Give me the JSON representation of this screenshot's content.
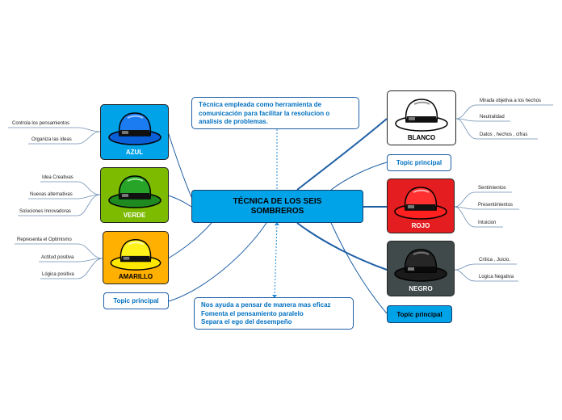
{
  "central": {
    "title": "TÉCNICA DE LOS SEIS SOMBREROS"
  },
  "notes": {
    "top": [
      "Técnica empleada como herramienta de",
      "comunicación para facilitar la resolucion o",
      "analisis de problemas."
    ],
    "bottom": [
      "Nos ayuda a pensar de manera mas eficaz",
      "Fomenta el pensamiento paralelo",
      "Separa el ego del desempeño"
    ]
  },
  "hats": {
    "azul": {
      "label": "AZUL",
      "color": "#00a2e8",
      "hat_color": "#0b5fd6"
    },
    "verde": {
      "label": "VERDE",
      "color": "#7cbb00",
      "hat_color": "#1f8a1f"
    },
    "amarillo": {
      "label": "AMARILLO",
      "color": "#ffb000",
      "hat_color": "#ffe800"
    },
    "blanco": {
      "label": "BLANCO",
      "color": "#ffffff",
      "hat_color": "#ffffff"
    },
    "rojo": {
      "label": "ROJO",
      "color": "#e41e20",
      "hat_color": "#ff2020"
    },
    "negro": {
      "label": "NEGRO",
      "color": "#404a4a",
      "hat_color": "#1a1a1a"
    }
  },
  "topics": {
    "left": "Topic principal",
    "right_white": "Topic principal",
    "right_blue": "Topic principal"
  },
  "leaves": {
    "azul": [
      "Controla los pensamientos",
      "Organiza las ideas"
    ],
    "verde": [
      "Idea Creativas",
      "Nuevas alternativas",
      "Soluciones Innovadoras"
    ],
    "amarillo": [
      "Representa el Optimismo",
      "Actitud positiva",
      "Lógica positiva"
    ],
    "blanco": [
      "Mirada objetiva a los hechos",
      "Neutralidad",
      "Datos , hechos , cifras"
    ],
    "rojo": [
      "Sentimientos",
      "Presentimientos",
      "Intuicion"
    ],
    "negro": [
      "Critica , Juicio.",
      "Logica Negativa"
    ]
  },
  "colors": {
    "line": "#1f5fa6",
    "leaf_line": "#6d8fb3",
    "accent": "#00a2e8"
  }
}
